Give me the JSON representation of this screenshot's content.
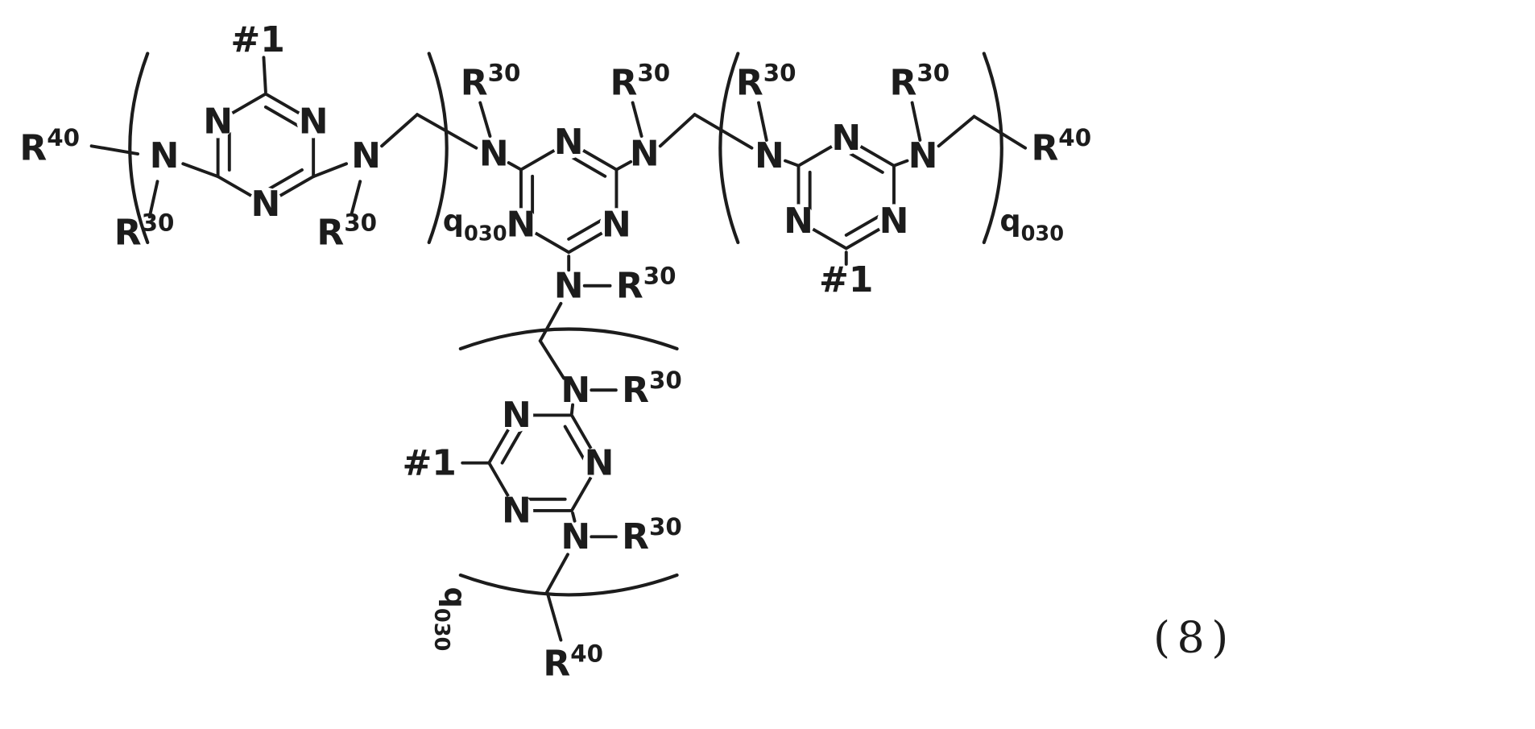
{
  "figure": {
    "background": "#ffffff",
    "ink_color": "#1c1c1c",
    "formula_number": "(8)",
    "atom_labels": {
      "nitrogen": "N",
      "attachment_point": "#1"
    },
    "substituent_labels": {
      "R30": {
        "base": "R",
        "sup": "30"
      },
      "R40": {
        "base": "R",
        "sup": "40"
      }
    },
    "repeat_subscript": {
      "base": "q",
      "sub": "030"
    }
  }
}
